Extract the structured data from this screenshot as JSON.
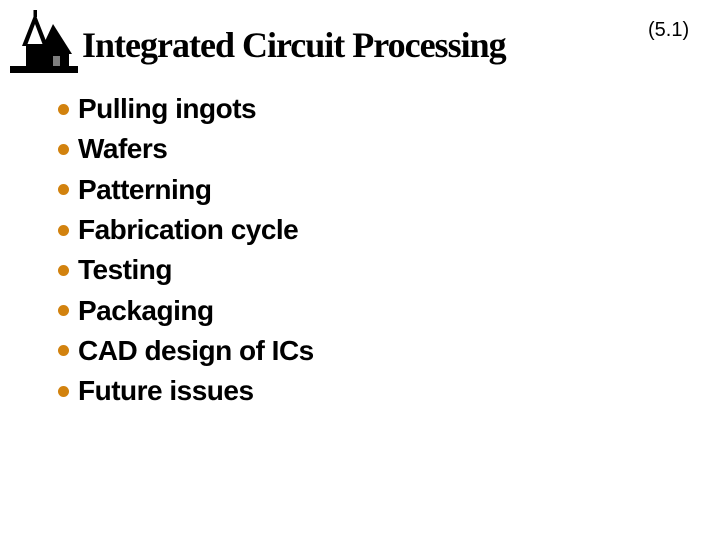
{
  "slide": {
    "title": "Integrated Circuit Processing",
    "slide_number": "(5.1)",
    "bullets": [
      "Pulling ingots",
      "Wafers",
      "Patterning",
      "Fabrication cycle",
      "Testing",
      "Packaging",
      "CAD design of ICs",
      "Future issues"
    ],
    "icons": {
      "logo": "church-logo-icon"
    },
    "colors": {
      "background": "#ffffff",
      "title": "#000000",
      "text": "#000000",
      "bullet": "#d2820e",
      "logo": "#000000",
      "logo-door": "#7f7f7f"
    }
  }
}
